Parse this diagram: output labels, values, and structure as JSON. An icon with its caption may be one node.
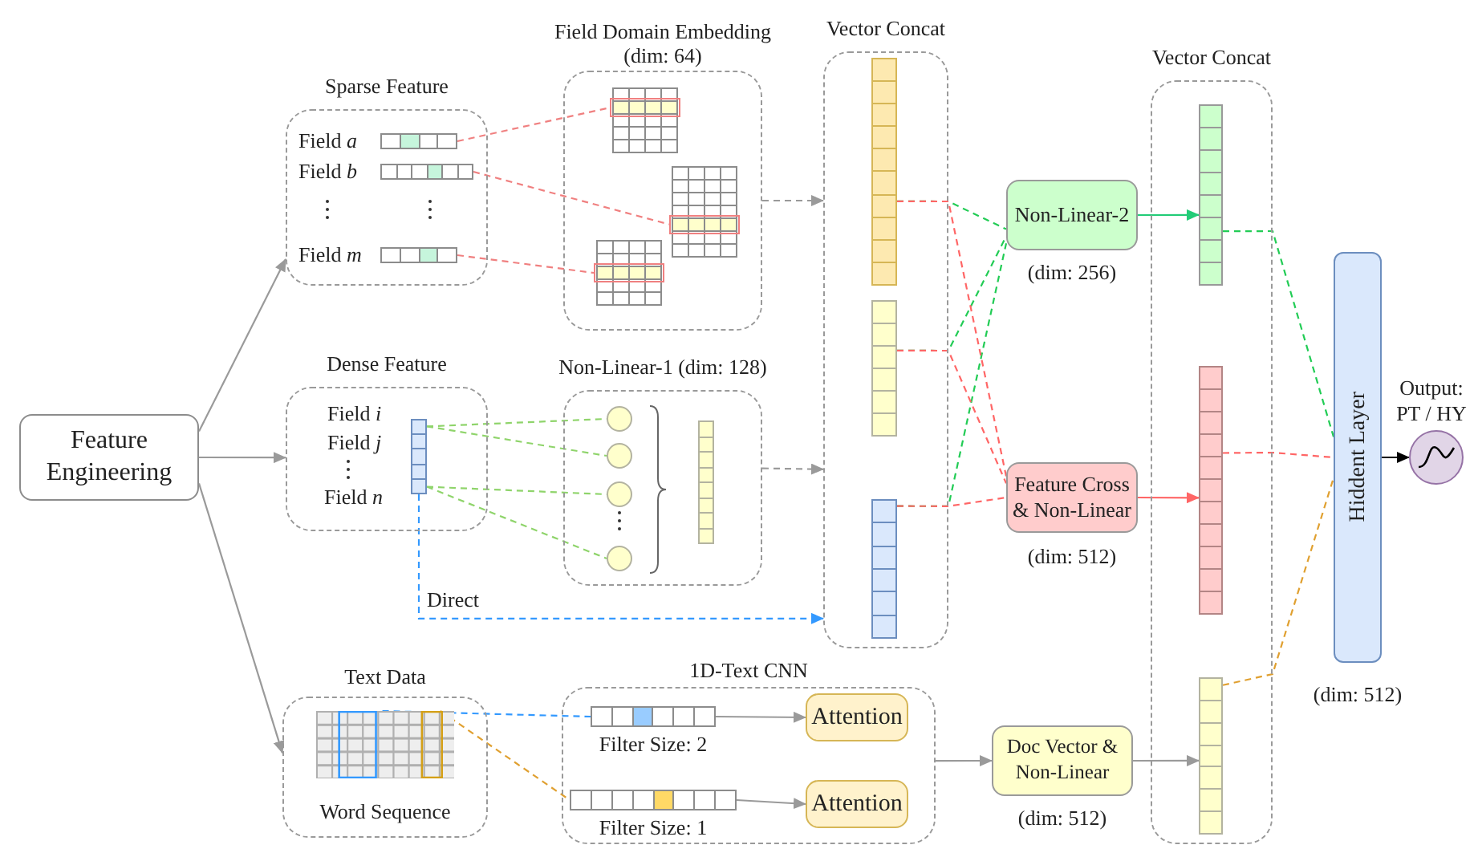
{
  "diagram": {
    "nodes": [
      {
        "text": [
          "Feature Engineering"
        ]
      },
      {
        "text": [
          "Sparse Feature"
        ]
      },
      {
        "text": [],
        "shape": "bar",
        "in": 1
      },
      {
        "text": [],
        "shape": "bar",
        "in": 1
      },
      {
        "text": [],
        "shape": "bar",
        "in": 1
      },
      {
        "text": [
          "Field Domain Embedding (dim: 64)"
        ]
      },
      {
        "text": [],
        "shape": "grid",
        "in": 5
      },
      {
        "text": [],
        "shape": "grid",
        "in": 5
      },
      {
        "text": [],
        "shape": "grid",
        "in": 5
      },
      {
        "text": [
          "Vector Concat"
        ]
      },
      {
        "text": [],
        "shape": "bar",
        "in": 9
      },
      {
        "text": [],
        "shape": "bar",
        "in": 9
      },
      {
        "text": [],
        "shape": "bar",
        "in": 9
      },
      {
        "text": [
          "Dense Feature"
        ]
      },
      {
        "text": [],
        "shape": "bar",
        "in": 13
      },
      {
        "text": [
          "Non-Linear-1 (dim: 128)"
        ]
      },
      {
        "text": [],
        "shape": "circle",
        "in": 15
      },
      {
        "text": [],
        "shape": "circle",
        "in": 15
      },
      {
        "text": [],
        "shape": "circle",
        "in": 15
      },
      {
        "text": [],
        "shape": "circle",
        "in": 15
      },
      {
        "text": [],
        "shape": "bar",
        "in": 15
      },
      {
        "text": [
          "Text Data"
        ]
      },
      {
        "text": [],
        "shape": "grid",
        "in": 21,
        "beside": [
          "Word Sequence"
        ]
      },
      {
        "text": [
          "1D-Text CNN"
        ]
      },
      {
        "text": [],
        "shape": "bar",
        "in": 23,
        "beside": [
          "Filter Size: 2"
        ]
      },
      {
        "text": [],
        "shape": "bar",
        "in": 23,
        "beside": [
          "Filter Size: 1"
        ]
      },
      {
        "text": [
          "Attention"
        ],
        "in": 23
      },
      {
        "text": [
          "Attention"
        ],
        "in": 23
      },
      {
        "text": [
          "Non-Linear-2"
        ],
        "beside": [
          "(dim: 256)"
        ]
      },
      {
        "text": [
          "Feature Cross & Non-Linear"
        ],
        "beside": [
          "(dim: 512)"
        ]
      },
      {
        "text": [
          "Doc Vector & Non-Linear"
        ],
        "beside": [
          "(dim: 512)"
        ]
      },
      {
        "text": [
          "Vector Concat"
        ]
      },
      {
        "text": [],
        "shape": "bar",
        "in": 31
      },
      {
        "text": [],
        "shape": "bar",
        "in": 31
      },
      {
        "text": [],
        "shape": "bar",
        "in": 31
      },
      {
        "text": [
          "Hiddent Layer"
        ],
        "beside": [
          "(dim: 512)"
        ]
      },
      {
        "text": [],
        "shape": "circle",
        "beside": [
          "Output: PT / HY"
        ]
      }
    ],
    "edges": [
      {
        "from": 0,
        "to": 1,
        "arrow": "to"
      },
      {
        "from": 0,
        "to": 13,
        "arrow": "to"
      },
      {
        "from": 0,
        "to": 21,
        "arrow": "to"
      },
      {
        "from": 2,
        "to": 6,
        "arrow": "none",
        "style": "dashed",
        "color": "#f08080"
      },
      {
        "from": 3,
        "to": 7,
        "arrow": "none",
        "style": "dashed",
        "color": "#f08080"
      },
      {
        "from": 4,
        "to": 8,
        "arrow": "none",
        "style": "dashed",
        "color": "#f08080"
      },
      {
        "from": 5,
        "to": 9,
        "arrow": "to",
        "style": "dashed"
      },
      {
        "from": 14,
        "to": 16,
        "arrow": "none",
        "style": "dashed",
        "color": "#8fd46b"
      },
      {
        "from": 14,
        "to": 17,
        "arrow": "none",
        "style": "dashed",
        "color": "#8fd46b"
      },
      {
        "from": 14,
        "to": 18,
        "arrow": "none",
        "style": "dashed",
        "color": "#8fd46b"
      },
      {
        "from": 14,
        "to": 19,
        "arrow": "none",
        "style": "dashed",
        "color": "#8fd46b"
      },
      {
        "from": 15,
        "to": 9,
        "arrow": "to",
        "style": "dashed"
      },
      {
        "from": 14,
        "to": 9,
        "arrow": "to",
        "style": "dashed",
        "color": "#3399ff",
        "label": "Direct"
      },
      {
        "from": 22,
        "to": 24,
        "arrow": "none",
        "style": "dashed",
        "color": "#3399ff"
      },
      {
        "from": 22,
        "to": 25,
        "arrow": "none",
        "style": "dashed",
        "color": "#e0a030"
      },
      {
        "from": 24,
        "to": 26,
        "arrow": "to"
      },
      {
        "from": 25,
        "to": 27,
        "arrow": "to"
      },
      {
        "from": 10,
        "to": 28,
        "arrow": "none",
        "style": "dashed",
        "color": "#22cc55"
      },
      {
        "from": 11,
        "to": 28,
        "arrow": "none",
        "style": "dashed",
        "color": "#22cc55"
      },
      {
        "from": 12,
        "to": 28,
        "arrow": "none",
        "style": "dashed",
        "color": "#22cc55"
      },
      {
        "from": 10,
        "to": 29,
        "arrow": "none",
        "style": "dashed",
        "color": "#ff6666"
      },
      {
        "from": 11,
        "to": 29,
        "arrow": "none",
        "style": "dashed",
        "color": "#ff6666"
      },
      {
        "from": 12,
        "to": 29,
        "arrow": "none",
        "style": "dashed",
        "color": "#ff6666"
      },
      {
        "from": 28,
        "to": 32,
        "arrow": "to",
        "color": "#22cc77"
      },
      {
        "from": 29,
        "to": 33,
        "arrow": "to",
        "color": "#ff6666"
      },
      {
        "from": 23,
        "to": 30,
        "arrow": "to"
      },
      {
        "from": 30,
        "to": 34,
        "arrow": "to"
      },
      {
        "from": 32,
        "to": 35,
        "arrow": "none",
        "style": "dashed",
        "color": "#22cc55"
      },
      {
        "from": 33,
        "to": 35,
        "arrow": "none",
        "style": "dashed",
        "color": "#ff6666"
      },
      {
        "from": 34,
        "to": 35,
        "arrow": "none",
        "style": "dashed",
        "color": "#e0a030"
      },
      {
        "from": 35,
        "to": 36,
        "arrow": "to",
        "color": "#000000"
      }
    ],
    "labels": [
      "Field *a*",
      "Field *b*",
      "Field *m*",
      "Field *i*",
      "Field *j*",
      "Field *n*"
    ]
  }
}
